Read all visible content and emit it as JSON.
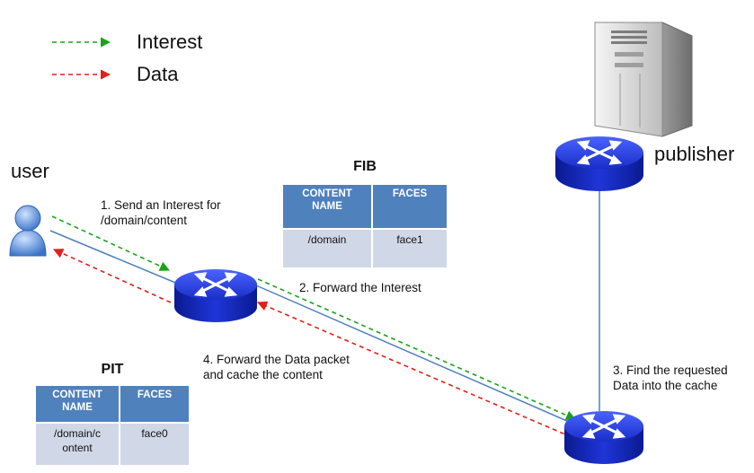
{
  "legend": [
    {
      "label": "Interest",
      "color": "#1aa31a"
    },
    {
      "label": "Data",
      "color": "#e0201a"
    }
  ],
  "nodes": {
    "user": "user",
    "publisher": "publisher"
  },
  "steps": {
    "step1": "1. Send an Interest for /domain/content",
    "step2": "2. Forward the Interest",
    "step3": "3. Find the requested Data into the cache",
    "step4": "4. Forward the Data packet and cache the content"
  },
  "fib": {
    "title": "FIB",
    "headers": [
      "CONTENT NAME",
      "FACES"
    ],
    "row": [
      "/domain",
      "face1"
    ]
  },
  "pit": {
    "title": "PIT",
    "headers": [
      "CONTENT NAME",
      "FACES"
    ],
    "row": [
      "/domain/c ontent",
      "face0"
    ]
  },
  "colors": {
    "link": "#4f81bd",
    "router_body": "#1f2ecf",
    "table_header": "#4f81bd",
    "table_cell": "#d0d8e8"
  },
  "icons": [
    "user-icon",
    "router-icon",
    "server-icon"
  ]
}
